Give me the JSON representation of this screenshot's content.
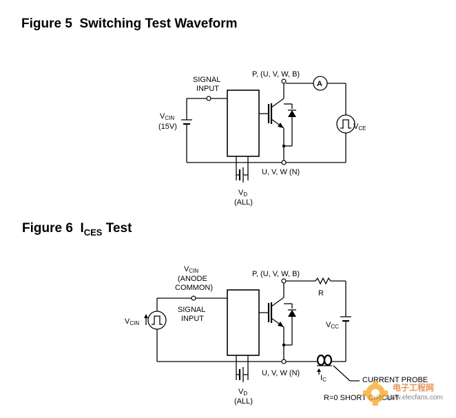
{
  "figure5": {
    "title_prefix": "Figure 5",
    "title_text": "Switching Test Waveform",
    "signal_input_l1": "SIGNAL",
    "signal_input_l2": "INPUT",
    "vcin_main": "V",
    "vcin_sub": "CIN",
    "vcin_val": "(15V)",
    "p_terminal": "P, (U, V, W, B)",
    "ammeter": "A",
    "vce_main": "V",
    "vce_sub": "CE",
    "n_terminal": "U, V, W (N)",
    "vd_main": "V",
    "vd_sub": "D",
    "vd_all": "(ALL)"
  },
  "figure6": {
    "title_prefix": "Figure 6",
    "title_i": "I",
    "title_sub": "CES",
    "title_text": "Test",
    "vcin_top_main": "V",
    "vcin_top_sub": "CIN",
    "anode_l1": "(ANODE",
    "anode_l2": "COMMON)",
    "signal_input_l1": "SIGNAL",
    "signal_input_l2": "INPUT",
    "vcin_left_main": "V",
    "vcin_left_sub": "CIN",
    "p_terminal": "P, (U, V, W, B)",
    "resistor": "R",
    "vcc_main": "V",
    "vcc_sub": "CC",
    "n_terminal": "U, V, W (N)",
    "ic_main": "I",
    "ic_sub": "C",
    "current_probe": "CURRENT PROBE",
    "short_circuit": "R=0 SHORT CIRCUIT",
    "vd_main": "V",
    "vd_sub": "D",
    "vd_all": "(ALL)"
  },
  "watermark": {
    "site": "www.elecfans.com",
    "cn": "电子工程网"
  }
}
